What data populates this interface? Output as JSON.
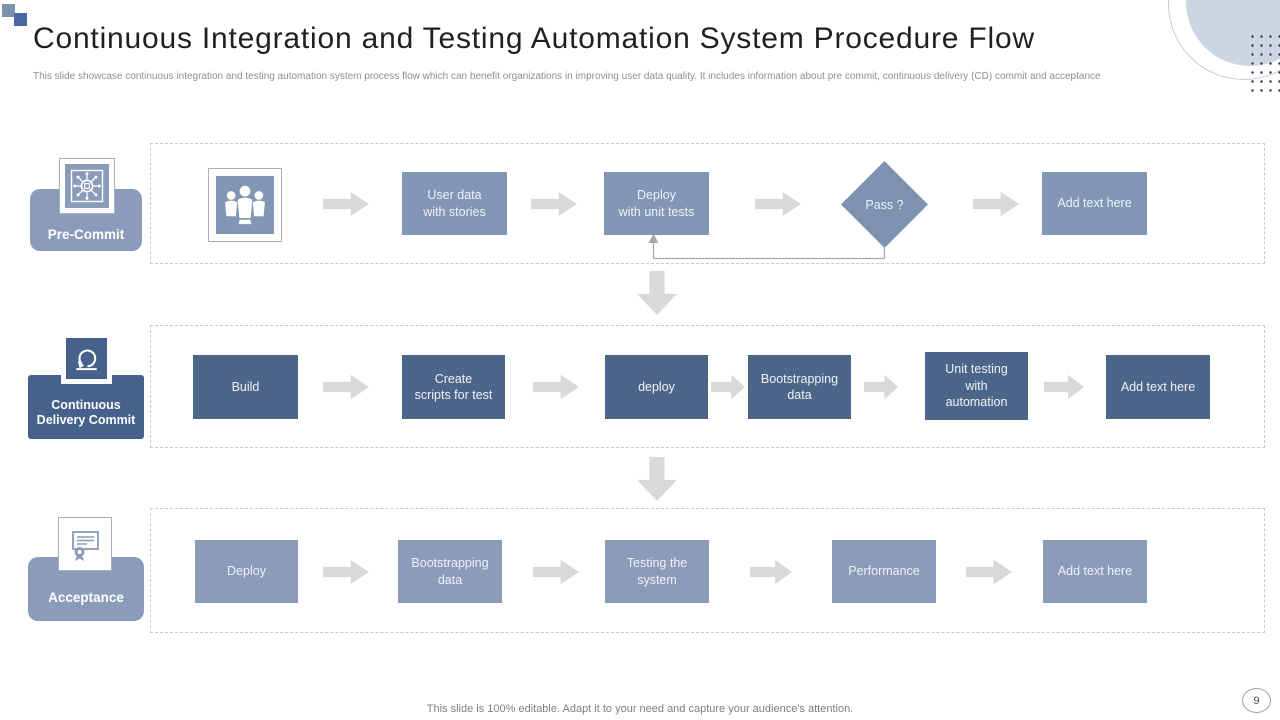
{
  "slide": {
    "title": "Continuous Integration and Testing Automation System Procedure Flow",
    "subtitle": "This slide showcase continuous integration and testing automation  system process flow  which can benefit organizations in improving  user data quality. It  includes information  about pre commit,  continuous delivery (CD) commit  and acceptance",
    "footer": "This slide is 100% editable.  Adapt it to your need and capture your audience's attention.",
    "page_number": "9"
  },
  "stages": [
    {
      "name": "Pre-Commit",
      "icon": "network-hub-icon",
      "steps": {
        "start_icon": "team-icon",
        "box1": "User data\nwith stories",
        "box2": "Deploy\nwith unit tests",
        "decision": "Pass ?",
        "box3": "Add text here"
      }
    },
    {
      "name": "Continuous Delivery Commit",
      "icon": "agile-sprint-icon",
      "steps": {
        "box1": "Build",
        "box2": "Create\nscripts for test",
        "box3": "deploy",
        "box4": "Bootstrapping\ndata",
        "box5": "Unit testing\nwith\nautomation",
        "box6": "Add text here"
      }
    },
    {
      "name": "Acceptance",
      "icon": "certificate-icon",
      "steps": {
        "box1": "Deploy",
        "box2": "Bootstrapping\ndata",
        "box3": "Testing the\nsystem",
        "box4": "Performance",
        "box5": "Add text here"
      }
    }
  ],
  "colors": {
    "row1_box": "#8297b5",
    "row2_box": "#4c6689",
    "row3_box": "#8b9cb8",
    "diamond": "#7e92b2",
    "stage1_label_bg": "#8b9cba",
    "stage2_label_bg": "#46618c",
    "stage3_label_bg": "#8b9cba",
    "arrow": "#d9d9d9",
    "accent_square_light": "#7d90ad",
    "accent_square_dark": "#4a69a1",
    "corner_circle": "#ccd6e2"
  }
}
